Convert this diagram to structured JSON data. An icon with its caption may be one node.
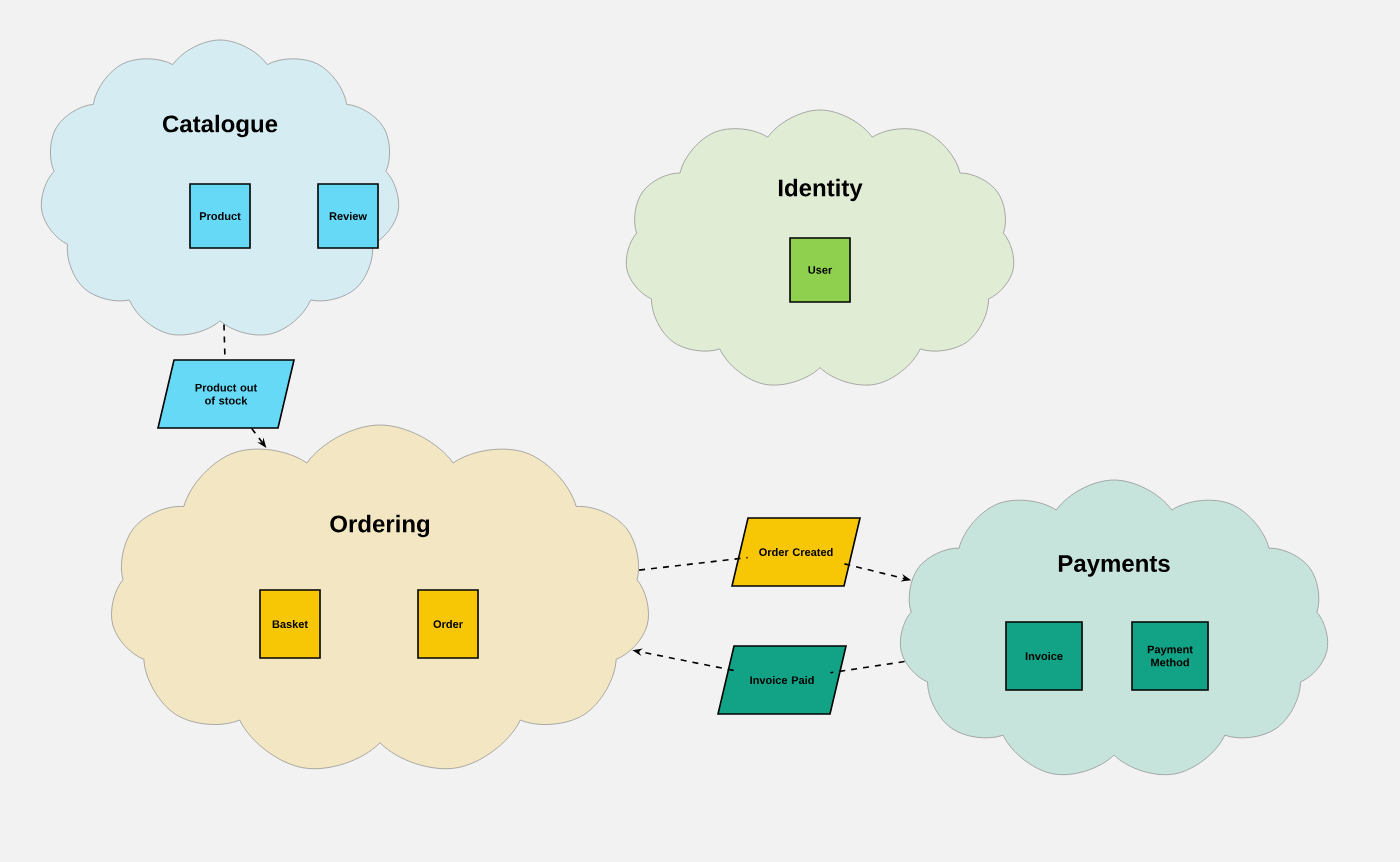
{
  "diagram": {
    "nodes": [
      {
        "text": [
          "Catalogue"
        ]
      },
      {
        "text": [
          "Product"
        ],
        "in": 0
      },
      {
        "text": [
          "Review"
        ],
        "in": 0
      },
      {
        "text": [
          "Identity"
        ]
      },
      {
        "text": [
          "User"
        ],
        "in": 3
      },
      {
        "text": [
          "Product out of stock"
        ]
      },
      {
        "text": [
          "Ordering"
        ]
      },
      {
        "text": [
          "Basket"
        ],
        "in": 6
      },
      {
        "text": [
          "Order"
        ],
        "in": 6
      },
      {
        "text": [
          "Order Created"
        ]
      },
      {
        "text": [
          "Payments"
        ]
      },
      {
        "text": [
          "Invoice"
        ],
        "in": 10
      },
      {
        "text": [
          "Payment Method"
        ],
        "in": 10
      },
      {
        "text": [
          "Invoice Paid"
        ]
      }
    ],
    "edges": [
      {
        "from": 0,
        "to": 5,
        "arrow": "none",
        "style": "dashed"
      },
      {
        "from": 5,
        "to": 6,
        "arrow": "to",
        "style": "dashed"
      },
      {
        "from": 6,
        "to": 9,
        "arrow": "none",
        "style": "dashed"
      },
      {
        "from": 9,
        "to": 10,
        "arrow": "to",
        "style": "dashed"
      },
      {
        "from": 10,
        "to": 13,
        "arrow": "none",
        "style": "dashed"
      },
      {
        "from": 13,
        "to": 6,
        "arrow": "to",
        "style": "dashed"
      }
    ]
  }
}
